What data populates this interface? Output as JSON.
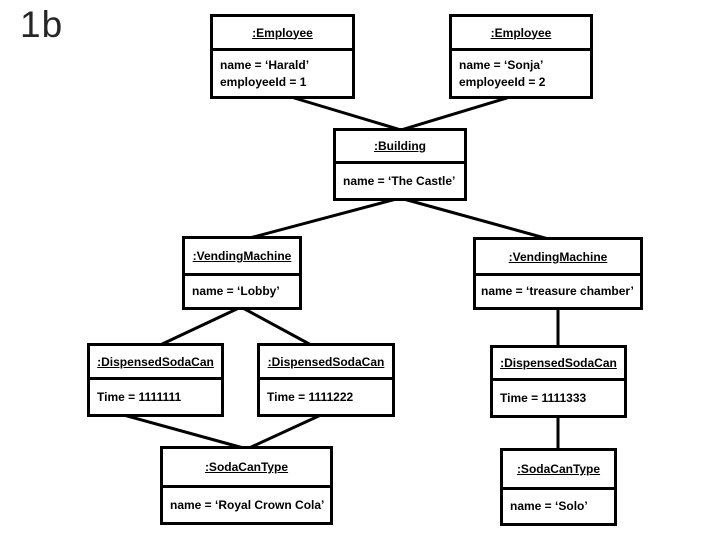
{
  "page": {
    "label": "1b"
  },
  "colors": {
    "page_bg": "#ffffff",
    "box_bg": "#ffffff",
    "line": "#000000",
    "text": "#000000"
  },
  "diagram_type": "uml-object-diagram",
  "nodes": [
    {
      "id": "employee-1",
      "title": ":Employee",
      "attributes": [
        "name = ‘Harald’",
        "employeeId = 1"
      ]
    },
    {
      "id": "employee-2",
      "title": ":Employee",
      "attributes": [
        "name = ‘Sonja’",
        "employeeId = 2"
      ]
    },
    {
      "id": "building",
      "title": ":Building",
      "attributes": [
        "name = ‘The Castle’"
      ]
    },
    {
      "id": "vending-machine-lobby",
      "title": ":VendingMachine",
      "attributes": [
        "name = ‘Lobby’"
      ]
    },
    {
      "id": "vending-machine-treasure",
      "title": ":VendingMachine",
      "attributes": [
        "name = ‘treasure chamber’"
      ]
    },
    {
      "id": "dispensed-soda-can-1",
      "title": ":DispensedSodaCan",
      "attributes": [
        "Time = 1111111"
      ]
    },
    {
      "id": "dispensed-soda-can-2",
      "title": ":DispensedSodaCan",
      "attributes": [
        "Time = 1111222"
      ]
    },
    {
      "id": "dispensed-soda-can-3",
      "title": ":DispensedSodaCan",
      "attributes": [
        "Time = 1111333"
      ]
    },
    {
      "id": "soda-can-type-royal",
      "title": ":SodaCanType",
      "attributes": [
        "name = ‘Royal Crown Cola’"
      ]
    },
    {
      "id": "soda-can-type-solo",
      "title": ":SodaCanType",
      "attributes": [
        "name = ‘Solo’"
      ]
    }
  ],
  "edges": [
    {
      "from": "employee-1",
      "to": "building"
    },
    {
      "from": "employee-2",
      "to": "building"
    },
    {
      "from": "building",
      "to": "vending-machine-lobby"
    },
    {
      "from": "building",
      "to": "vending-machine-treasure"
    },
    {
      "from": "vending-machine-lobby",
      "to": "dispensed-soda-can-1"
    },
    {
      "from": "vending-machine-lobby",
      "to": "dispensed-soda-can-2"
    },
    {
      "from": "vending-machine-treasure",
      "to": "dispensed-soda-can-3"
    },
    {
      "from": "dispensed-soda-can-1",
      "to": "soda-can-type-royal"
    },
    {
      "from": "dispensed-soda-can-2",
      "to": "soda-can-type-royal"
    },
    {
      "from": "dispensed-soda-can-3",
      "to": "soda-can-type-solo"
    }
  ]
}
